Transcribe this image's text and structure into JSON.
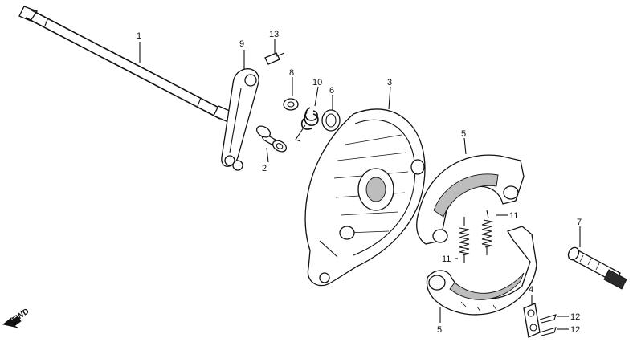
{
  "callouts": {
    "c1": "1",
    "c2": "2",
    "c3": "3",
    "c4": "4",
    "c5a": "5",
    "c5b": "5",
    "c6": "6",
    "c7": "7",
    "c8": "8",
    "c9": "9",
    "c10": "10",
    "c11a": "11",
    "c11b": "11",
    "c12a": "12",
    "c12b": "12",
    "c13": "13"
  },
  "direction_label": "FWD"
}
